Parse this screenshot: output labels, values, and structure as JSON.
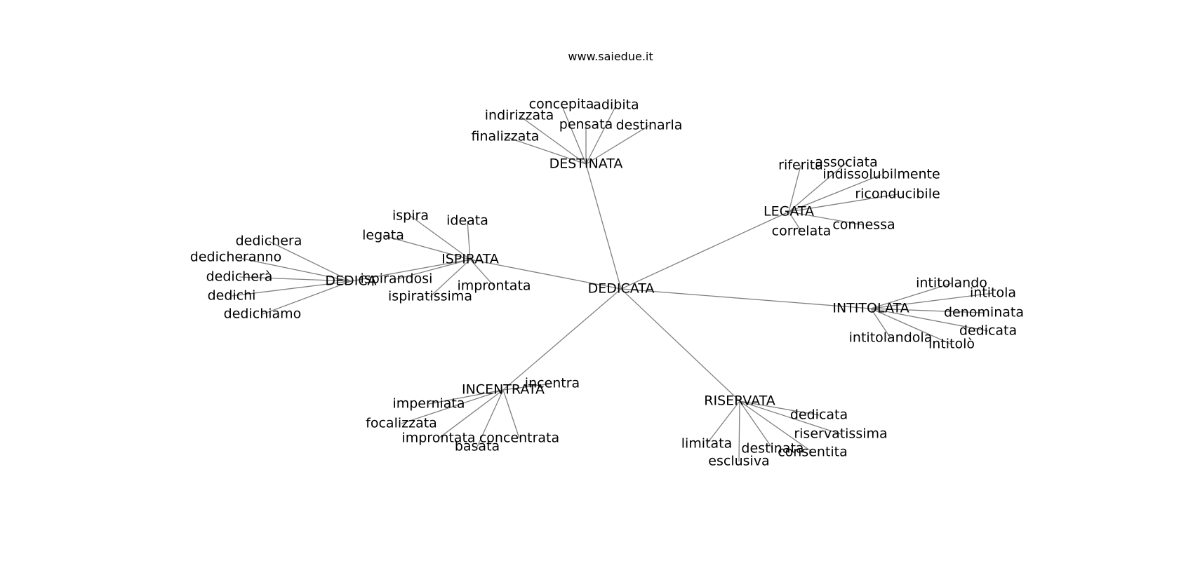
{
  "site": "www.saiedue.it",
  "center": "DEDICATA",
  "clusters": [
    {
      "id": "destinata",
      "label": "DESTINATA",
      "leaves": [
        "finalizzata",
        "indirizzata",
        "concepita",
        "pensata",
        "adibita",
        "destinarla"
      ]
    },
    {
      "id": "legata",
      "label": "LEGATA",
      "leaves": [
        "riferita",
        "associata",
        "indissolubilmente",
        "riconducibile",
        "connessa",
        "correlata"
      ]
    },
    {
      "id": "ispirata",
      "label": "ISPIRATA",
      "leaves": [
        "ispira",
        "ideata",
        "legata",
        "ispirandosi",
        "ispiratissima",
        "improntata"
      ]
    },
    {
      "id": "dedica",
      "label": "DEDICA",
      "leaves": [
        "dedichera",
        "dedicheranno",
        "dedicherà",
        "dedichi",
        "dedichiamo"
      ]
    },
    {
      "id": "intitolata",
      "label": "INTITOLATA",
      "leaves": [
        "intitolando",
        "intitola",
        "denominata",
        "dedicata",
        "intitolò",
        "intitolandola"
      ]
    },
    {
      "id": "incentrata",
      "label": "INCENTRATA",
      "leaves": [
        "incentra",
        "imperniata",
        "focalizzata",
        "improntata",
        "basata",
        "concentrata"
      ]
    },
    {
      "id": "riservata",
      "label": "RISERVATA",
      "leaves": [
        "dedicata",
        "riservatissima",
        "consentita",
        "destinata",
        "esclusiva",
        "limitata"
      ]
    }
  ]
}
